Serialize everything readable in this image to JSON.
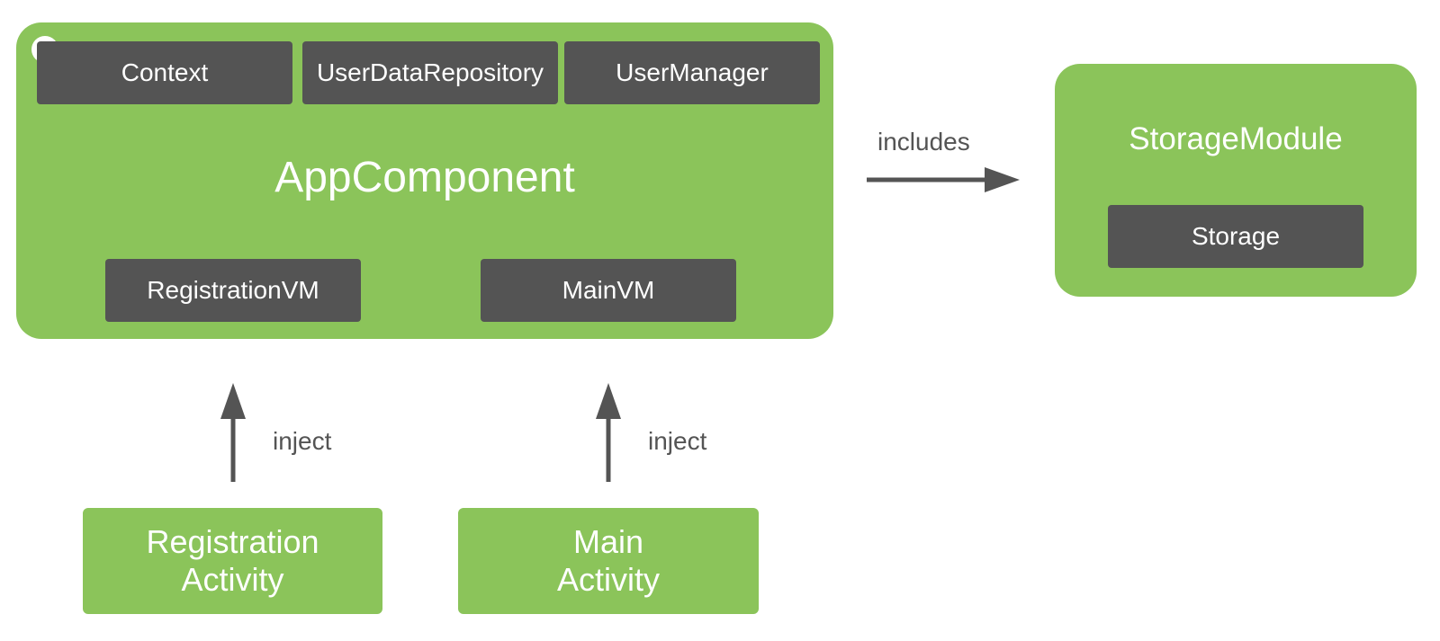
{
  "app_component": {
    "title": "AppComponent",
    "top_items": [
      "Context",
      "UserDataRepository",
      "UserManager"
    ],
    "bottom_items": [
      "RegistrationVM",
      "MainVM"
    ]
  },
  "storage_module": {
    "title": "StorageModule",
    "item": "Storage"
  },
  "edges": {
    "includes": "includes",
    "inject_left": "inject",
    "inject_right": "inject"
  },
  "activities": {
    "registration": {
      "line1": "Registration",
      "line2": "Activity"
    },
    "main": {
      "line1": "Main",
      "line2": "Activity"
    }
  },
  "colors": {
    "component_green": "#8bc45a",
    "node_dark": "#545454",
    "text_white": "#ffffff",
    "arrow_gray": "#545454"
  }
}
